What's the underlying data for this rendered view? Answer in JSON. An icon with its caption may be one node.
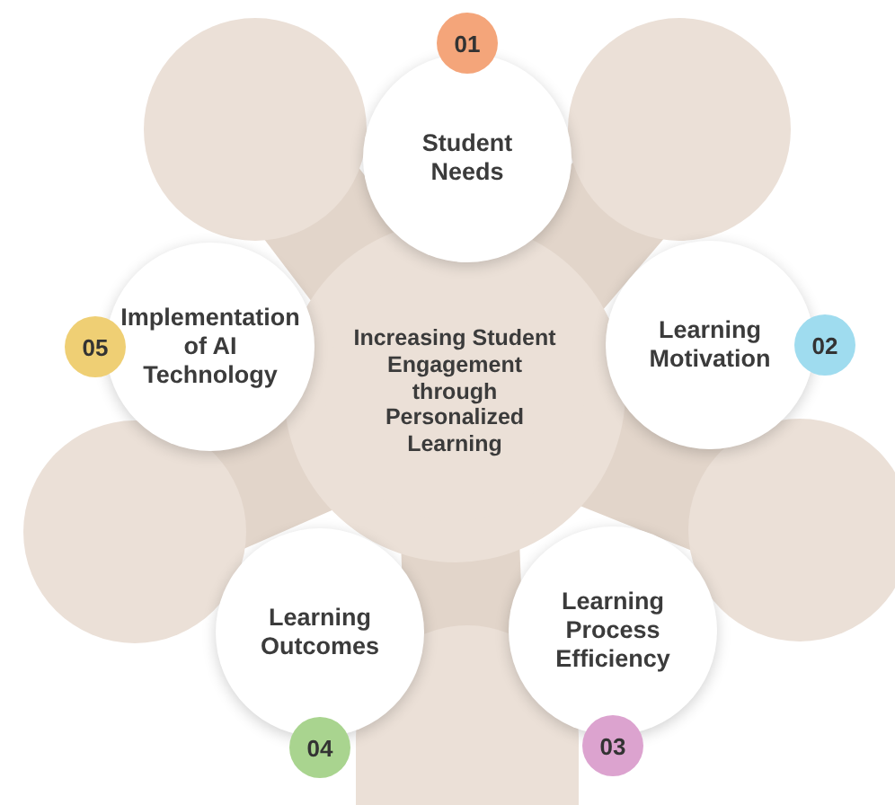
{
  "diagram": {
    "nodes": [
      {
        "text": [
          "Increasing Student Engagement through Personalized Learning"
        ]
      },
      {
        "text": [
          "01",
          "Student Needs"
        ]
      },
      {
        "text": [
          "Learning Motivation",
          "02"
        ]
      },
      {
        "text": [
          "Learning Process Efficiency",
          "03"
        ]
      },
      {
        "text": [
          "Learning Outcomes",
          "04"
        ]
      },
      {
        "text": [
          "05",
          "Implementation of AI Technology"
        ]
      },
      {
        "text": [],
        "shape": "circle"
      },
      {
        "text": [],
        "shape": "circle"
      },
      {
        "text": [],
        "shape": "circle"
      },
      {
        "text": [],
        "shape": "circle"
      },
      {
        "text": [],
        "shape": "circle"
      }
    ],
    "edges": []
  }
}
